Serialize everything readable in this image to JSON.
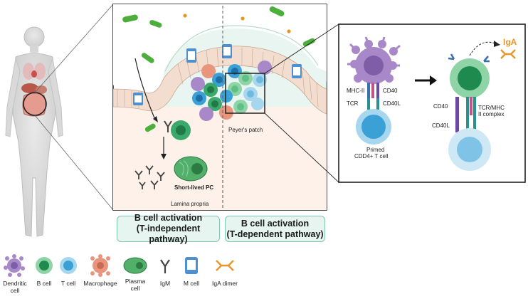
{
  "labels": {
    "lamina_propria": "Lamina propria",
    "peyers_patch": "Peyer's patch",
    "short_lived_pc": "Short-lived PC",
    "mhc_ii": "MHC-II",
    "cd40_top": "CD40",
    "tcr": "TCR",
    "cd40l_top": "CD40L",
    "primed_line1": "Primed",
    "primed_line2": "CDD4+ T cell",
    "iga": "IgA",
    "cd40_right": "CD40",
    "cd40l_right": "CD40L",
    "tcr_mhc_line1": "TCR/MHC",
    "tcr_mhc_line2": "II complex"
  },
  "pathways": {
    "t_independent_line1": "B cell activation",
    "t_independent_line2": "(T-independent pathway)",
    "t_dependent_line1": "B cell activation",
    "t_dependent_line2": "(T-dependent pathway)"
  },
  "legend": [
    {
      "id": "dendritic",
      "line1": "Dendritic",
      "line2": "cell",
      "icon": "dendritic-cell-icon"
    },
    {
      "id": "bcell",
      "line1": "B cell",
      "line2": "",
      "icon": "b-cell-icon"
    },
    {
      "id": "tcell",
      "line1": "T cell",
      "line2": "",
      "icon": "t-cell-icon"
    },
    {
      "id": "macrophage",
      "line1": "Macrophage",
      "line2": "",
      "icon": "macrophage-icon"
    },
    {
      "id": "plasma",
      "line1": "Plasma",
      "line2": "cell",
      "icon": "plasma-cell-icon"
    },
    {
      "id": "igm",
      "line1": "IgM",
      "line2": "",
      "icon": "igm-icon"
    },
    {
      "id": "mcell",
      "line1": "M cell",
      "line2": "",
      "icon": "m-cell-icon"
    },
    {
      "id": "iga_dimer",
      "line1": "IgA dimer",
      "line2": "",
      "icon": "iga-dimer-icon"
    }
  ],
  "colors": {
    "dendritic": "#a988c9",
    "bcell": "#3aa96b",
    "bcell_light": "#8fd4a7",
    "tcell": "#3aa0d6",
    "tcell_light": "#a6d7ef",
    "macrophage": "#e9957d",
    "plasma": "#53b06b",
    "mucosa": "#fdf1ea",
    "epithelium": "#f2ddcf",
    "dome": "#e4f3ec",
    "iga": "#e8962a",
    "bacteria": "#4caf3c",
    "pathway_bg": "#e6f5f0",
    "pathway_border": "#7cc7ad"
  }
}
